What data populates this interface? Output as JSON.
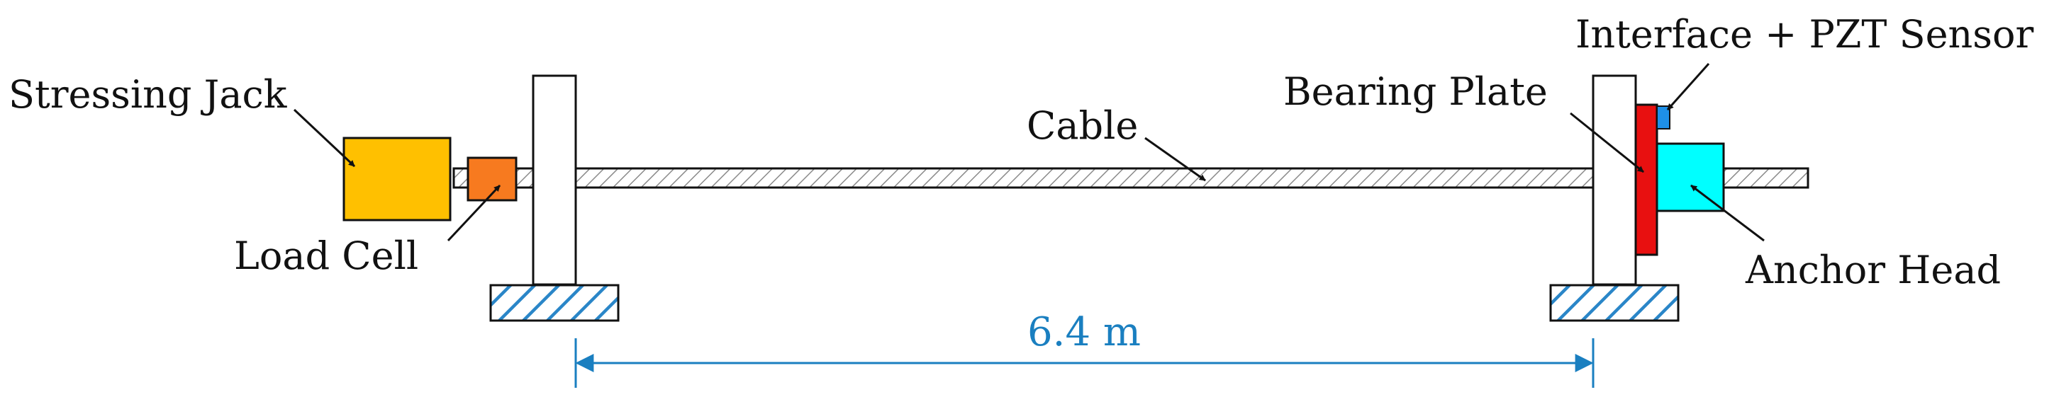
{
  "labels": {
    "stressing_jack": "Stressing Jack",
    "load_cell": "Load Cell",
    "cable": "Cable",
    "bearing_plate": "Bearing Plate",
    "interface_sensor": "Interface + PZT Sensor",
    "anchor_head": "Anchor Head"
  },
  "dimension": {
    "label": "6.4 m",
    "color": "#1a7fc0"
  },
  "colors": {
    "stressing_jack": "#ffc000",
    "load_cell": "#f77a1f",
    "bearing_plate": "#e81010",
    "interface_sensor": "#1e90e8",
    "anchor_head": "#00ffff",
    "support_hatch": "#2a86c8"
  }
}
